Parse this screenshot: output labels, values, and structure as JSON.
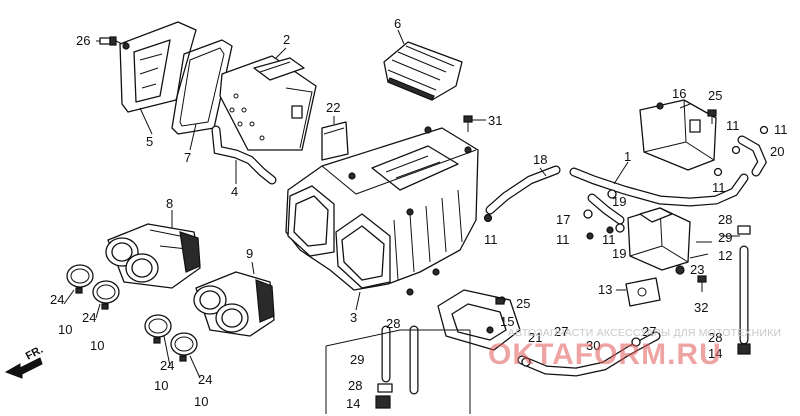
{
  "diagram": {
    "callouts": {
      "c1": "1",
      "c2": "2",
      "c3": "3",
      "c4": "4",
      "c5": "5",
      "c6": "6",
      "c7": "7",
      "c8": "8",
      "c9": "9",
      "c10a": "10",
      "c10b": "10",
      "c10c": "10",
      "c10d": "10",
      "c11a": "11",
      "c11b": "11",
      "c11c": "11",
      "c11d": "11",
      "c11e": "11",
      "c11f": "11",
      "c12": "12",
      "c13": "13",
      "c14a": "14",
      "c14b": "14",
      "c15": "15",
      "c16": "16",
      "c17": "17",
      "c19a": "19",
      "c19b": "19",
      "c18": "18",
      "c20": "20",
      "c21": "21",
      "c22": "22",
      "c23": "23",
      "c24a": "24",
      "c24b": "24",
      "c24c": "24",
      "c24d": "24",
      "c25a": "25",
      "c25b": "25",
      "c26": "26",
      "c27a": "27",
      "c27b": "27",
      "c28a": "28",
      "c28b": "28",
      "c28c": "28",
      "c28d": "28",
      "c29a": "29",
      "c29b": "29",
      "c30": "30",
      "c31": "31",
      "c32": "32"
    },
    "direction_label": "FR."
  },
  "watermark": {
    "line": "АВТОЗАПЧАСТИ АКСЕССУАРЫ ДЛЯ МОТОТЕХНИКИ",
    "logo": "OKTAFORM.RU"
  },
  "colors": {
    "ink": "#111111",
    "background": "#ffffff",
    "watermark_logo": "#e25a5a",
    "watermark_text": "#c8c8c8"
  }
}
